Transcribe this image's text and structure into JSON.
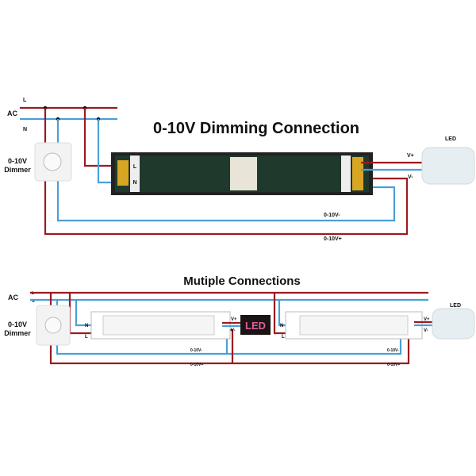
{
  "top": {
    "title": "0-10V Dimming Connection",
    "ac_label": "AC",
    "l_label": "L",
    "n_label": "N",
    "dimmer_label_1": "0-10V",
    "dimmer_label_2": "Dimmer",
    "led_label": "LED",
    "vplus_label": "V+",
    "vminus_label": "V-",
    "dim_minus_label": "0-10V-",
    "dim_plus_label": "0-10V+",
    "driver_terminal_l": "L",
    "driver_terminal_n": "N"
  },
  "bottom": {
    "title": "Mutiple Connections",
    "ac_label": "AC",
    "l_label": "L",
    "n_label": "N",
    "dimmer_label_1": "0-10V",
    "dimmer_label_2": "Dimmer",
    "led_label": "LED",
    "led_sign_text": "LED",
    "driver1": {
      "n": "N",
      "l": "L",
      "vplus": "V+",
      "vminus": "V-",
      "dim_minus": "0-10V-",
      "dim_plus": "0-10V+"
    },
    "driver2": {
      "n": "N",
      "l": "L",
      "vplus": "V+",
      "vminus": "V-",
      "dim_minus": "0-10V-",
      "dim_plus": "0-10V+"
    }
  },
  "colors": {
    "live": "#9b1b1f",
    "neutral": "#4a9fd8",
    "driver": "#222222",
    "led_sign": "#e0609a"
  }
}
